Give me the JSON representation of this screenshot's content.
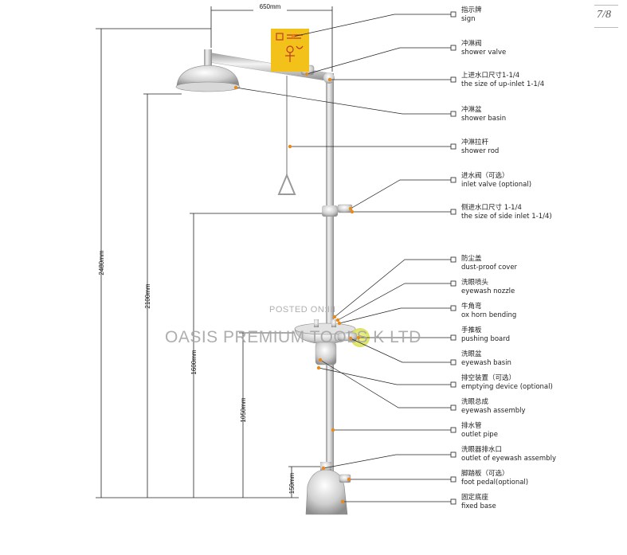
{
  "page_number": {
    "current": "7",
    "total": "8"
  },
  "watermark": {
    "line1": "POSTED ON:III",
    "line2": "OASIS PREMIUM TOOLS K LTD"
  },
  "dimensions": {
    "top_width": "650mm",
    "total_height": "2480mm",
    "shower_height": "2100mm",
    "side_inlet_height": "1600mm",
    "eyewash_height": "1050mm",
    "base_height": "150mm"
  },
  "parts": [
    {
      "cn": "指示牌",
      "en": "sign"
    },
    {
      "cn": "冲淋阀",
      "en": "shower valve"
    },
    {
      "cn": "上进水口尺寸1-1/4",
      "en": "the size of up-inlet 1-1/4"
    },
    {
      "cn": "冲淋盆",
      "en": "shower basin"
    },
    {
      "cn": "冲淋拉杆",
      "en": "shower rod"
    },
    {
      "cn": "进水阀（可选）",
      "en": "inlet valve (optional)"
    },
    {
      "cn": "侧进水口尺寸 1-1/4",
      "en": "the size of side inlet 1-1/4)"
    },
    {
      "cn": "防尘盖",
      "en": "dust-proof cover"
    },
    {
      "cn": "洗眼喷头",
      "en": "eyewash nozzle"
    },
    {
      "cn": "牛角弯",
      "en": "ox horn bending"
    },
    {
      "cn": "手推板",
      "en": "pushing board"
    },
    {
      "cn": "洗眼盆",
      "en": "eyewash basin"
    },
    {
      "cn": "排空装置（可选）",
      "en": "emptying device (optional)"
    },
    {
      "cn": "洗眼总成",
      "en": "eyewash assembly"
    },
    {
      "cn": "排水管",
      "en": "outlet pipe"
    },
    {
      "cn": "洗眼器排水口",
      "en": "outlet of eyewash assembly"
    },
    {
      "cn": "脚踏板（可选）",
      "en": "foot pedal(optional)"
    },
    {
      "cn": "固定底座",
      "en": "fixed base"
    }
  ],
  "colors": {
    "marker": "#e8891b",
    "sign": "#f3c21a",
    "pipe": "#d2d2d2",
    "line": "#222222",
    "highlight": "#e9f07a"
  }
}
